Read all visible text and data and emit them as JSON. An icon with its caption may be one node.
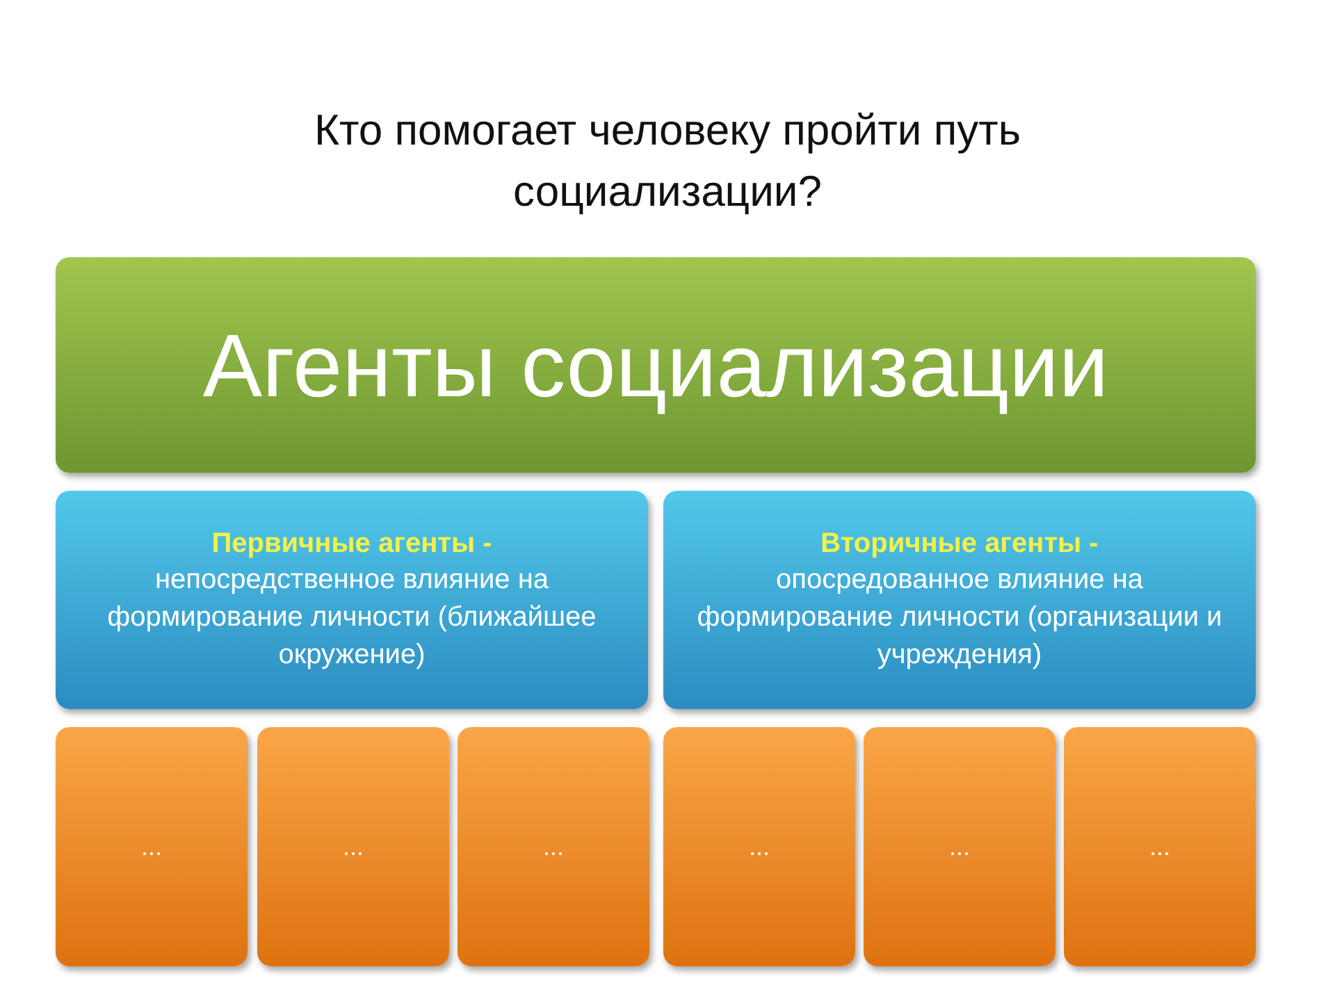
{
  "diagram": {
    "title": "Кто помогает человеку пройти путь социализации?",
    "nodes": [
      {
        "text": [
          "Агенты социализации"
        ]
      },
      {
        "text": [
          "Первичные агенты -",
          "непосредственное влияние на формирование личности (ближайшее окружение)"
        ]
      },
      {
        "text": [
          "Вторичные агенты -",
          "опосредованное влияние на формирование личности (организации и учреждения)"
        ]
      },
      {
        "text": [
          "..."
        ]
      },
      {
        "text": [
          "..."
        ]
      },
      {
        "text": [
          "..."
        ]
      },
      {
        "text": [
          "..."
        ]
      },
      {
        "text": [
          "..."
        ]
      },
      {
        "text": [
          "..."
        ]
      }
    ],
    "edges": []
  }
}
